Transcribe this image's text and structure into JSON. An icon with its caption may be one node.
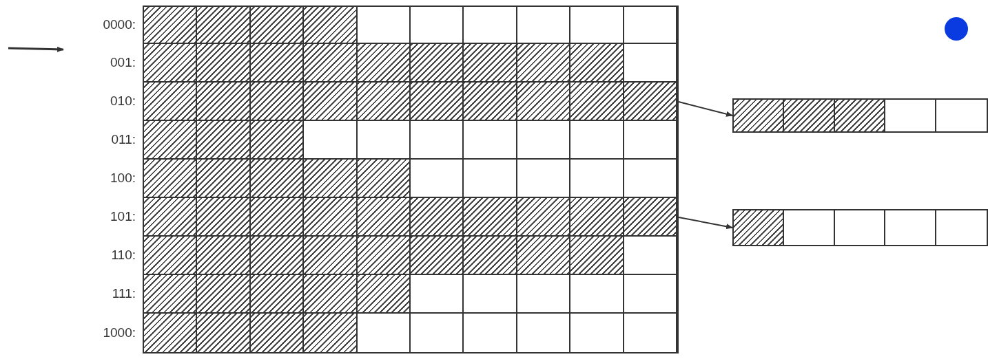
{
  "diagram": {
    "nodes": [
      {
        "text": [
          "0000:"
        ]
      },
      {
        "text": [
          "001:"
        ]
      },
      {
        "text": [
          "010:"
        ]
      },
      {
        "text": [
          "011:"
        ]
      },
      {
        "text": [
          "100:"
        ]
      },
      {
        "text": [
          "101:"
        ]
      },
      {
        "text": [
          "110:"
        ]
      },
      {
        "text": [
          "111:"
        ]
      },
      {
        "text": [
          "1000:"
        ]
      },
      {
        "text": [],
        "shape": "box"
      },
      {
        "text": [],
        "shape": "box"
      }
    ],
    "edges": [
      {
        "from": 2,
        "to": 9,
        "arrow": "to"
      },
      {
        "from": 5,
        "to": 10,
        "arrow": "to"
      }
    ]
  }
}
